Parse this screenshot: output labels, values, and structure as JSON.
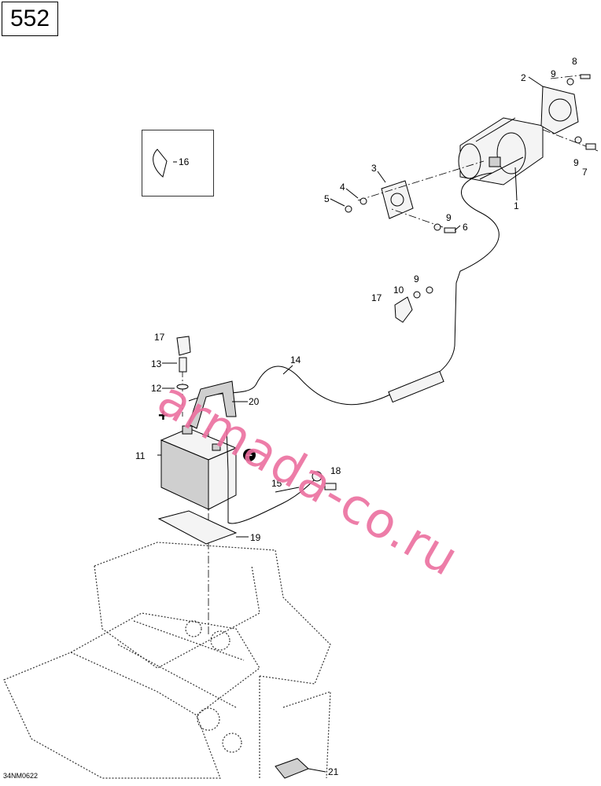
{
  "page_number": "552",
  "reference_code": "34NM0622",
  "watermark": "armada-co.ru",
  "callouts": [
    {
      "id": "c1",
      "text": "1"
    },
    {
      "id": "c2",
      "text": "2"
    },
    {
      "id": "c3",
      "text": "3"
    },
    {
      "id": "c4",
      "text": "4"
    },
    {
      "id": "c5",
      "text": "5"
    },
    {
      "id": "c6",
      "text": "6"
    },
    {
      "id": "c7",
      "text": "7"
    },
    {
      "id": "c8",
      "text": "8"
    },
    {
      "id": "c9a",
      "text": "9"
    },
    {
      "id": "c9b",
      "text": "9"
    },
    {
      "id": "c9c",
      "text": "9"
    },
    {
      "id": "c9d",
      "text": "9"
    },
    {
      "id": "c10",
      "text": "10"
    },
    {
      "id": "c11",
      "text": "11"
    },
    {
      "id": "c12",
      "text": "12"
    },
    {
      "id": "c13",
      "text": "13"
    },
    {
      "id": "c14",
      "text": "14"
    },
    {
      "id": "c15",
      "text": "15"
    },
    {
      "id": "c16",
      "text": "16"
    },
    {
      "id": "c17a",
      "text": "17"
    },
    {
      "id": "c17b",
      "text": "17"
    },
    {
      "id": "c18",
      "text": "18"
    },
    {
      "id": "c19",
      "text": "19"
    },
    {
      "id": "c20",
      "text": "20"
    },
    {
      "id": "c21",
      "text": "21"
    }
  ],
  "symbols": {
    "positive": "+",
    "negative": "−"
  },
  "icons": {
    "positive": "plus-terminal-icon",
    "negative": "minus-terminal-icon"
  }
}
